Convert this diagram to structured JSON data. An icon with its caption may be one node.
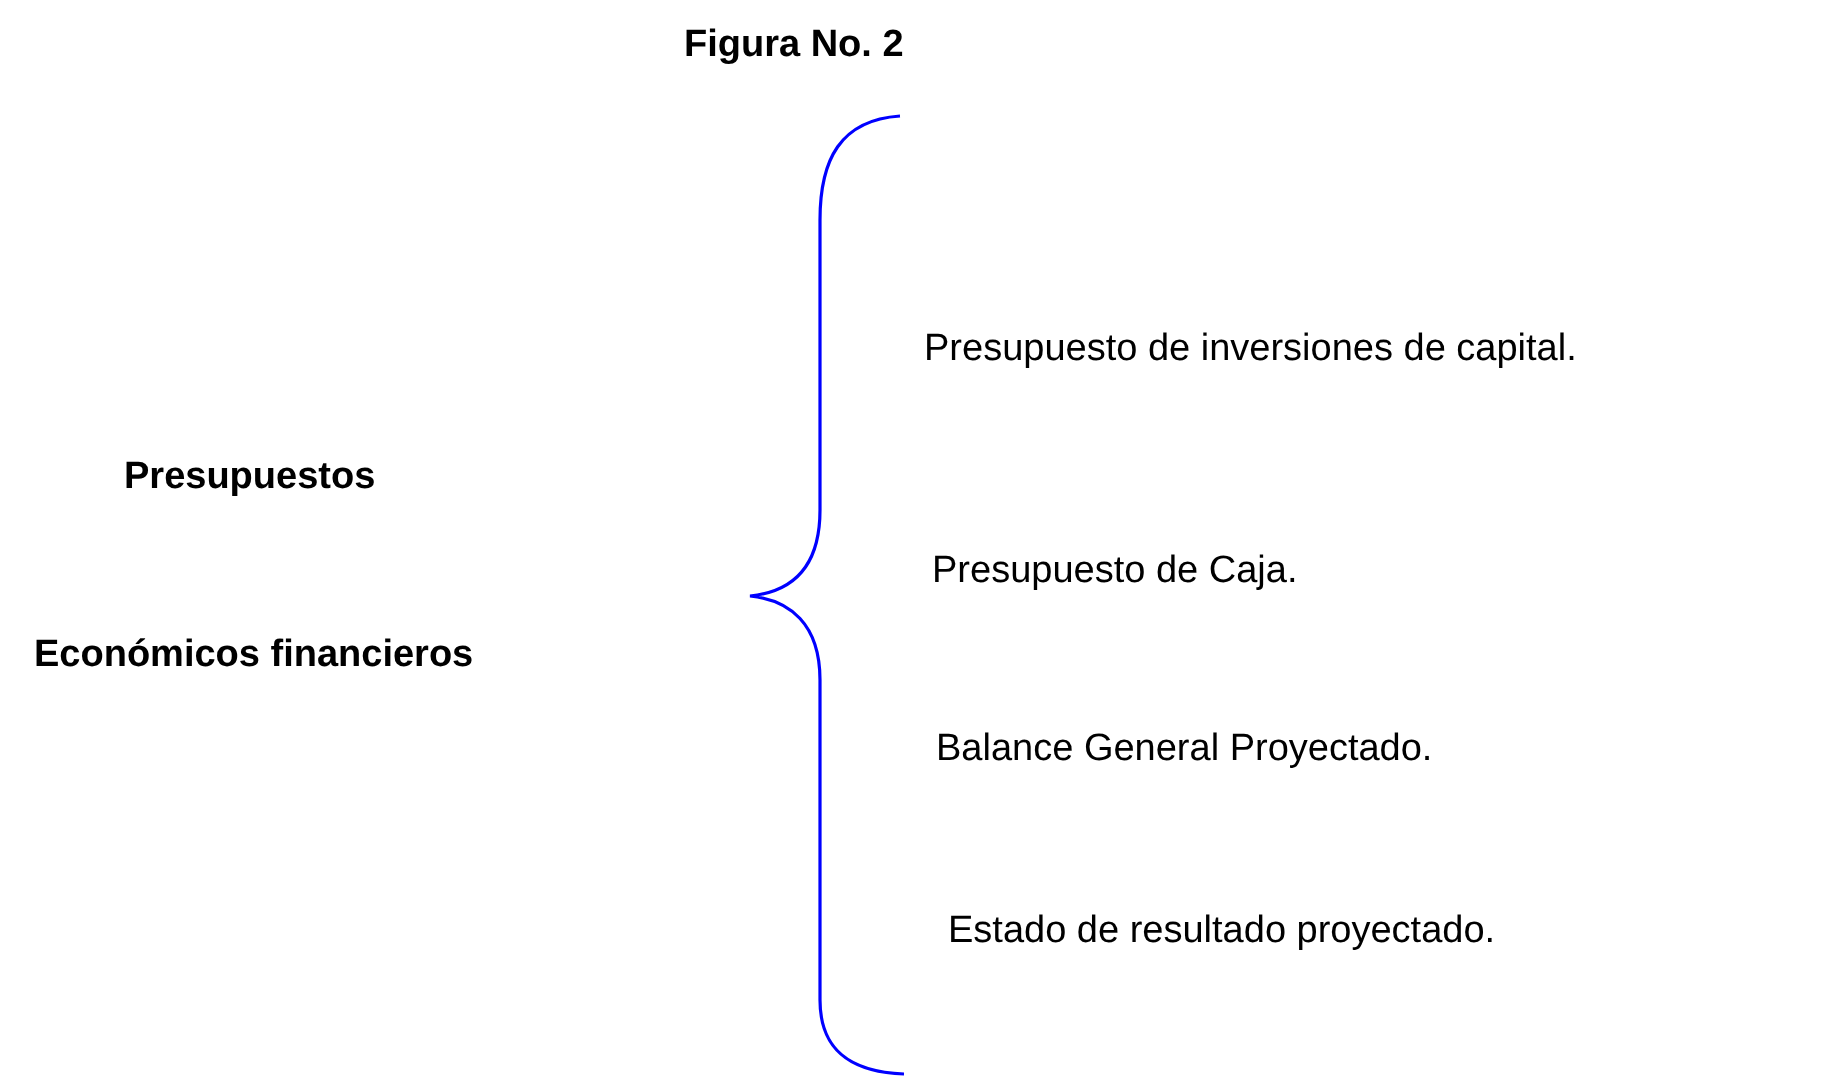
{
  "diagram": {
    "title": "Figura No. 2",
    "labels": [
      "Presupuestos",
      "Económicos financieros",
      "Presupuesto de inversiones de capital.",
      "Presupuesto de Caja.",
      "Balance General Proyectado.",
      "Estado de resultado proyectado."
    ]
  }
}
